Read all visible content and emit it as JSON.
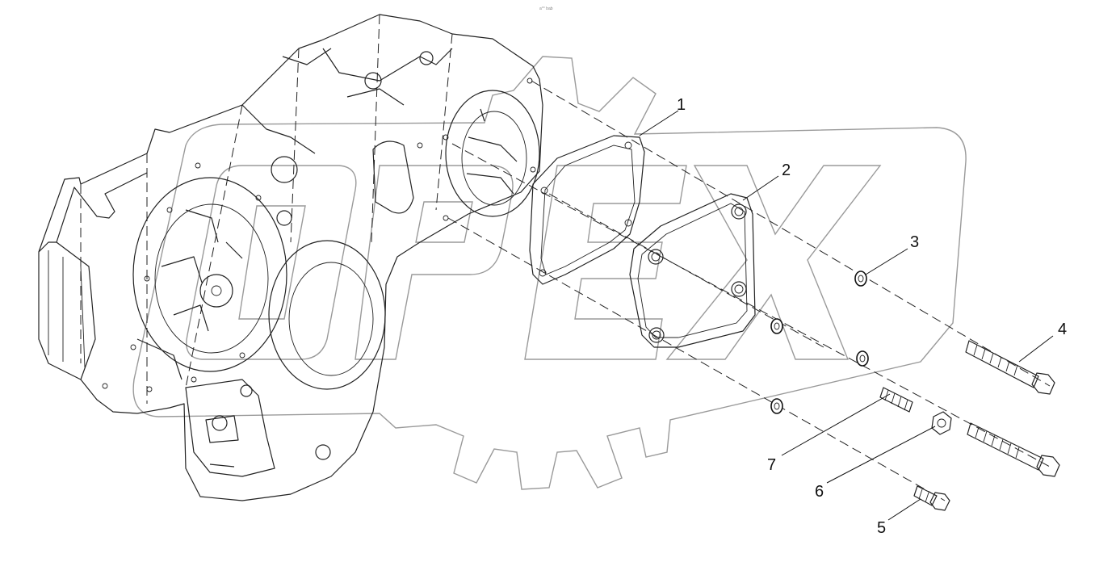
{
  "top_caption": "a°° ba̵b",
  "watermark_text": "OPEX",
  "callouts": [
    {
      "id": "1",
      "label": "1"
    },
    {
      "id": "2",
      "label": "2"
    },
    {
      "id": "3",
      "label": "3"
    },
    {
      "id": "4",
      "label": "4"
    },
    {
      "id": "5",
      "label": "5"
    },
    {
      "id": "6",
      "label": "6"
    },
    {
      "id": "7",
      "label": "7"
    }
  ]
}
